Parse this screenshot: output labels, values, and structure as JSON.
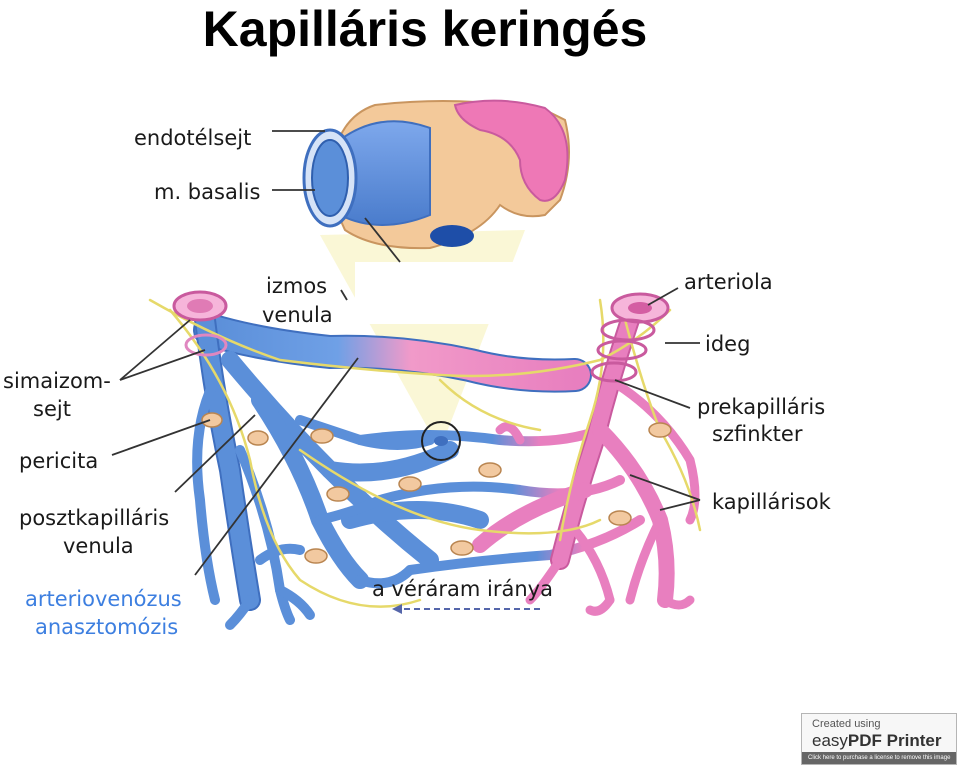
{
  "title": "Kapilláris keringés",
  "labels": {
    "endotelsejt": "endotélsejt",
    "m_basalis": "m. basalis",
    "izmos": "izmos",
    "venula": "venula",
    "arteriola": "arteriola",
    "ideg": "ideg",
    "simaizom_1": "simaizom-",
    "simaizom_2": "sejt",
    "prekap_1": "prekapilláris",
    "prekap_2": "szfinkter",
    "pericita": "pericita",
    "kapillarisok": "kapillárisok",
    "posztkap_1": "posztkapilláris",
    "posztkap_2": "venula",
    "av_1": "arteriovenózus",
    "av_2": "anasztomózis",
    "veraram": "a véráram iránya"
  },
  "colors": {
    "vein": "#5b8fd9",
    "vein_dark": "#3f6fbf",
    "artery": "#e87fbf",
    "artery_dark": "#c95a9e",
    "nerve": "#e6d96a",
    "pericyte": "#f2c9a0",
    "highlight": "#faf6d2",
    "blue_label": "#3d7fe0"
  },
  "watermark": {
    "line1": "Created using",
    "line2_plain": "easy",
    "line2_bold": "PDF Printer",
    "line3": "Click here to purchase a license to remove this image"
  }
}
